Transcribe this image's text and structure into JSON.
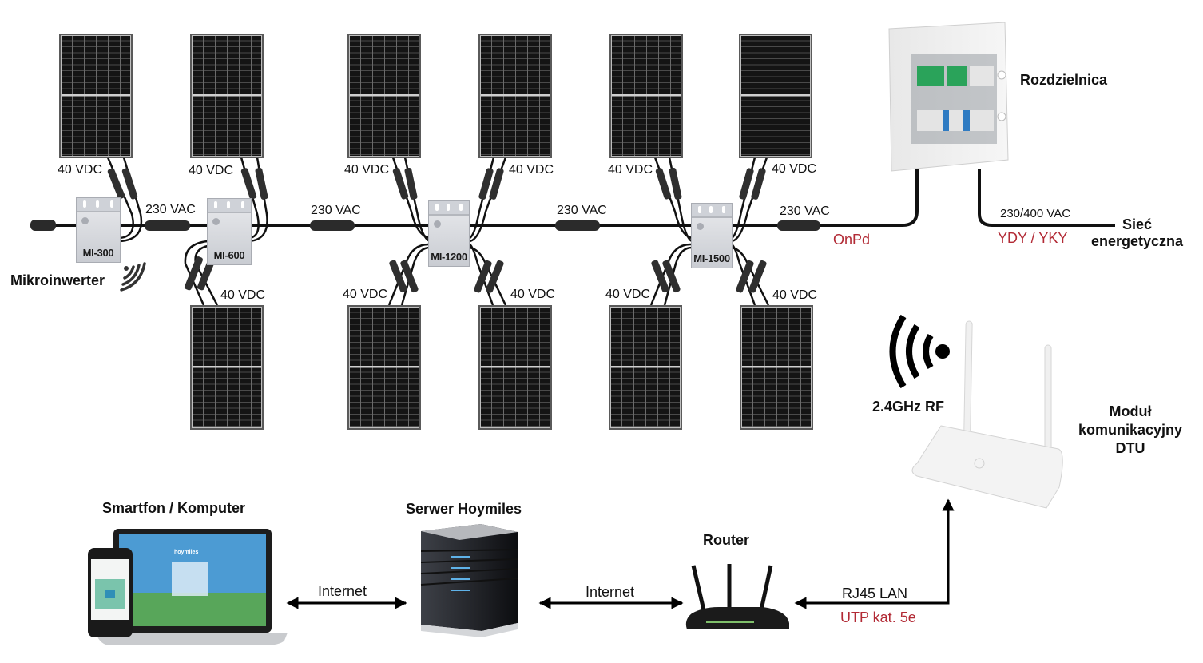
{
  "diagram": {
    "title": "Hoymiles microinverter PV system with DTU monitoring",
    "colors": {
      "cable": "#111111",
      "label_red": "#b22a35",
      "panel_cell": "#141414",
      "panel_frame": "#5a5a5a",
      "inverter_body": "#d6d8dd"
    },
    "dc_label": "40 VDC",
    "ac_label": "230 VAC",
    "inverters": [
      {
        "model": "MI-300",
        "panels": 1
      },
      {
        "model": "MI-600",
        "panels": 2
      },
      {
        "model": "MI-1200",
        "panels": 4
      },
      {
        "model": "MI-1500",
        "panels": 4
      }
    ],
    "microinverter_label": "Mikroinwerter",
    "distribution_board": {
      "label": "Rozdzielnica"
    },
    "feed_cable": {
      "type": "OnPd"
    },
    "grid_cable": {
      "voltage": "230/400 VAC",
      "type": "YDY / YKY"
    },
    "grid": {
      "line1": "Sieć",
      "line2": "energetyczna"
    },
    "rf": {
      "label": "2.4GHz RF"
    },
    "dtu": {
      "line1": "Moduł",
      "line2": "komunikacyjny",
      "line3": "DTU"
    },
    "lan": {
      "label": "RJ45 LAN",
      "cable": "UTP kat. 5e"
    },
    "router": {
      "label": "Router"
    },
    "server": {
      "label": "Serwer Hoymiles"
    },
    "client": {
      "label": "Smartfon / Komputer",
      "app_brand": "hoymiles"
    },
    "link_server_router": "Internet",
    "link_client_server": "Internet"
  }
}
